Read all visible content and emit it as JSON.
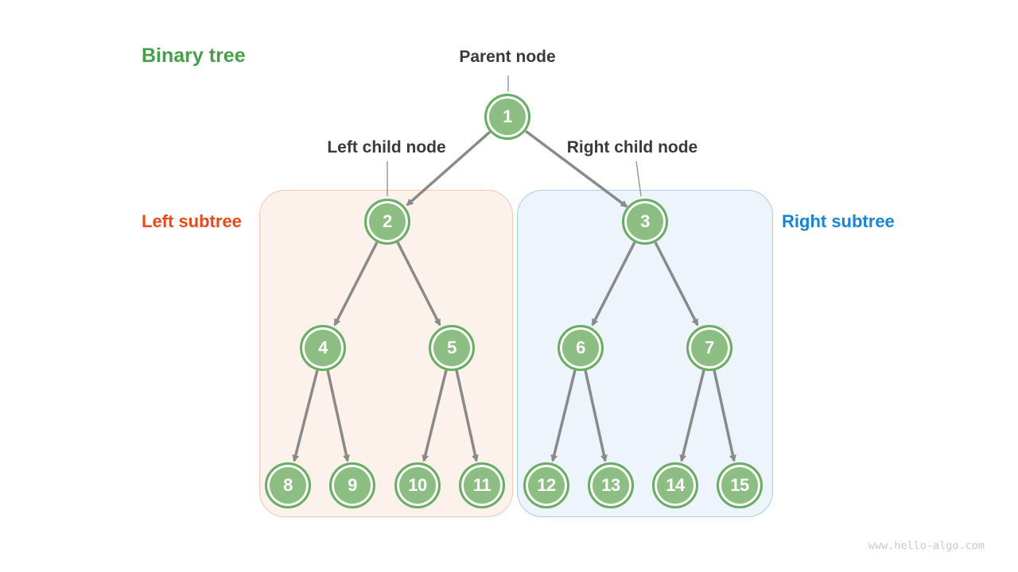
{
  "title": {
    "label": "Binary tree",
    "color": "#46A049"
  },
  "annotations": {
    "parent_node": "Parent node",
    "left_child_node": "Left child node",
    "right_child_node": "Right child node"
  },
  "subtrees": {
    "left": {
      "label": "Left subtree",
      "text_color": "#E8491C",
      "fill": "#FDF1EB",
      "border": "#F6C7B2"
    },
    "right": {
      "label": "Right subtree",
      "text_color": "#1884D8",
      "fill": "#EDF4FB",
      "border": "#A9CDEA"
    }
  },
  "tree": {
    "type": "binary-tree",
    "levels": 4,
    "nodes": [
      1,
      2,
      3,
      4,
      5,
      6,
      7,
      8,
      9,
      10,
      11,
      12,
      13,
      14,
      15
    ],
    "edges": [
      [
        1,
        2
      ],
      [
        1,
        3
      ],
      [
        2,
        4
      ],
      [
        2,
        5
      ],
      [
        3,
        6
      ],
      [
        3,
        7
      ],
      [
        4,
        8
      ],
      [
        4,
        9
      ],
      [
        5,
        10
      ],
      [
        5,
        11
      ],
      [
        6,
        12
      ],
      [
        6,
        13
      ],
      [
        7,
        14
      ],
      [
        7,
        15
      ]
    ],
    "left_subtree_nodes": [
      2,
      4,
      5,
      8,
      9,
      10,
      11
    ],
    "right_subtree_nodes": [
      3,
      6,
      7,
      12,
      13,
      14,
      15
    ],
    "node_fill": "#8CBE84",
    "node_border": "#69AD66",
    "edge_color": "#8A8A8A"
  },
  "watermark": "www.hello-algo.com"
}
